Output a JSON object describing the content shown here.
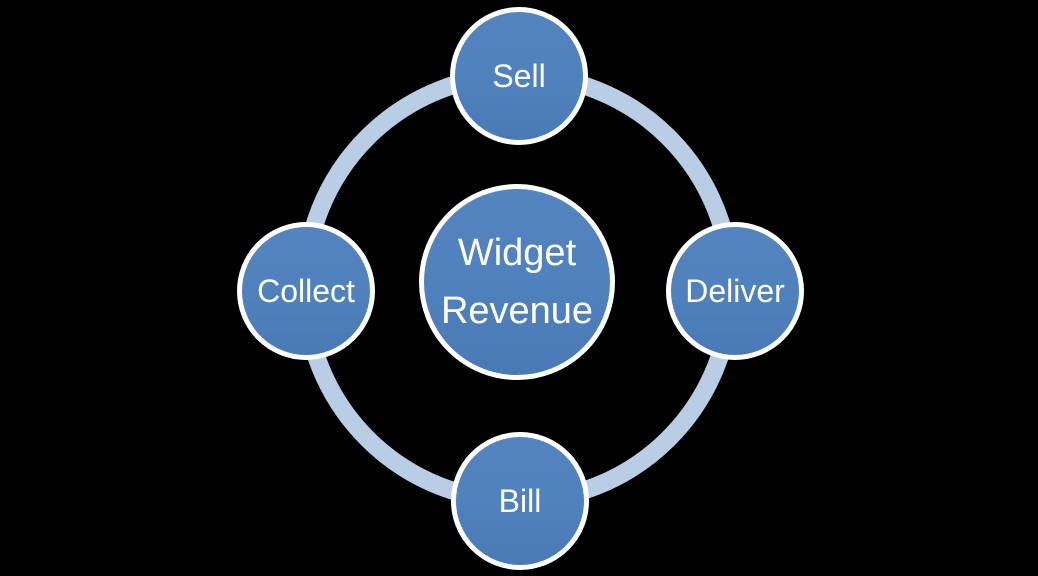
{
  "diagram": {
    "type": "cycle",
    "center": {
      "label": "Widget Revenue",
      "line1": "Widget",
      "line2": "Revenue"
    },
    "nodes": [
      {
        "label": "Sell",
        "position": "top"
      },
      {
        "label": "Deliver",
        "position": "right"
      },
      {
        "label": "Bill",
        "position": "bottom"
      },
      {
        "label": "Collect",
        "position": "left"
      }
    ],
    "colors": {
      "node_fill": "#4f81bd",
      "node_border": "#ffffff",
      "ring": "#b9cde5",
      "text": "#ffffff",
      "background": "#000000"
    }
  }
}
